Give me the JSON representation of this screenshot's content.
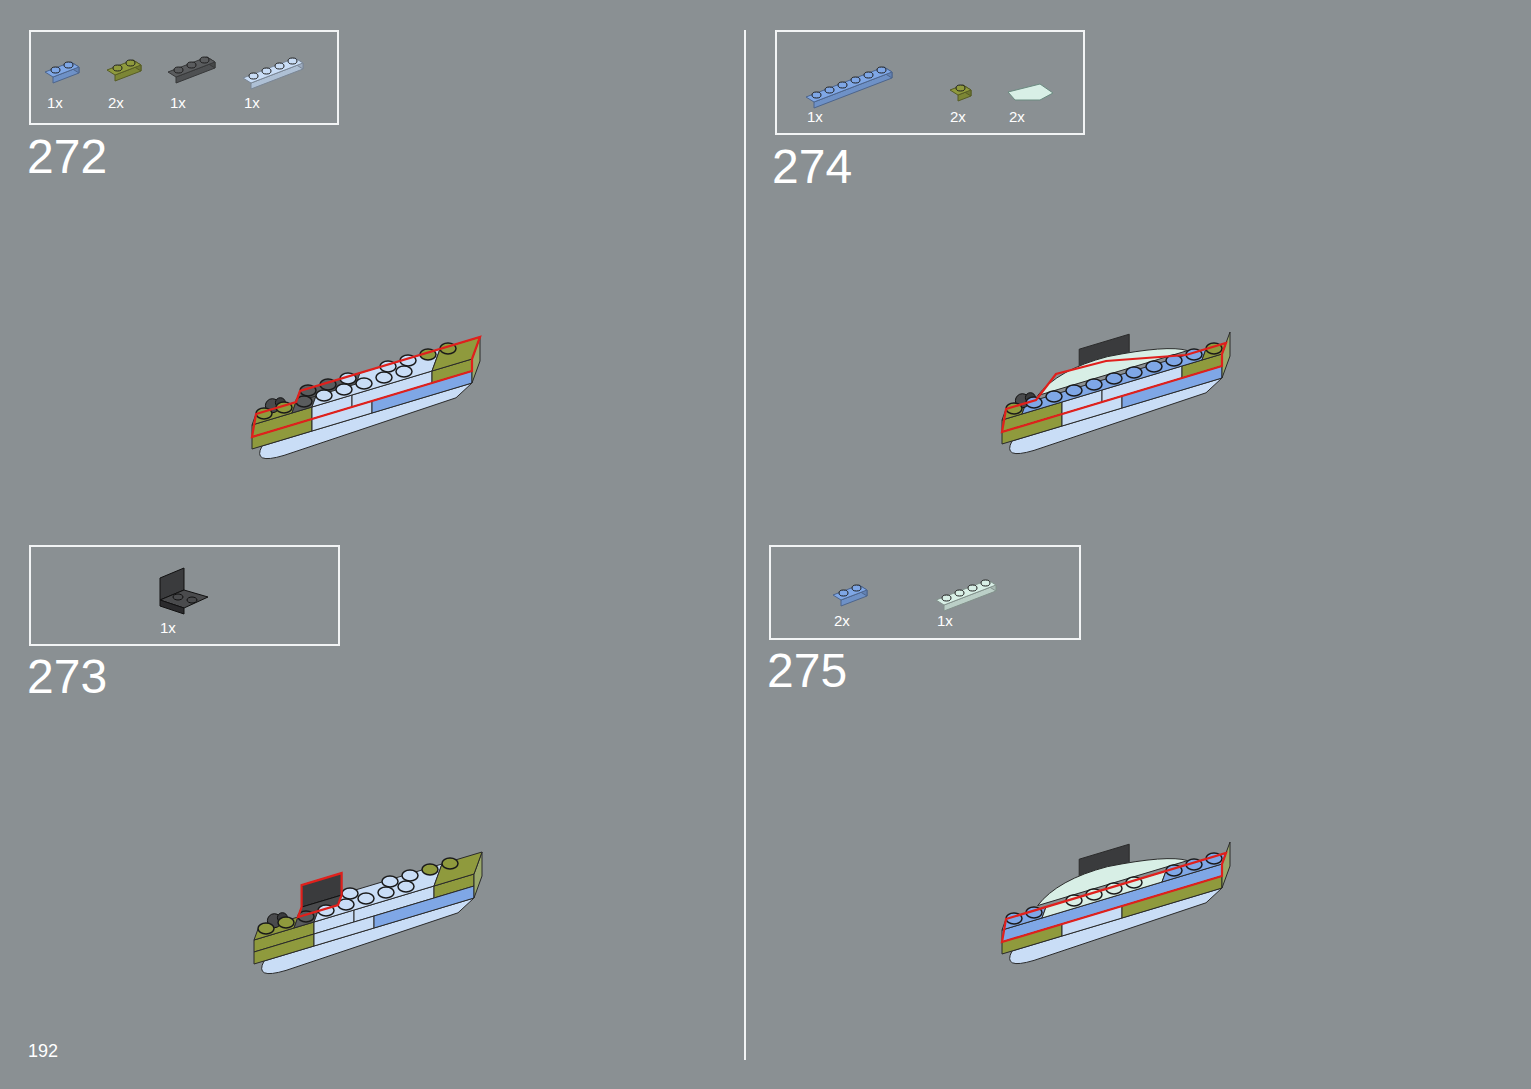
{
  "diagram": {
    "nodes": [
      {
        "text": [
          "1x",
          "2x",
          "1x",
          "1x"
        ]
      },
      {
        "text": [
          "1x"
        ]
      },
      {
        "text": [
          "1x",
          "2x",
          "2x"
        ]
      },
      {
        "text": [
          "2x",
          "1x"
        ]
      }
    ],
    "labels": [
      "272",
      "273",
      "274",
      "275",
      "192"
    ]
  }
}
